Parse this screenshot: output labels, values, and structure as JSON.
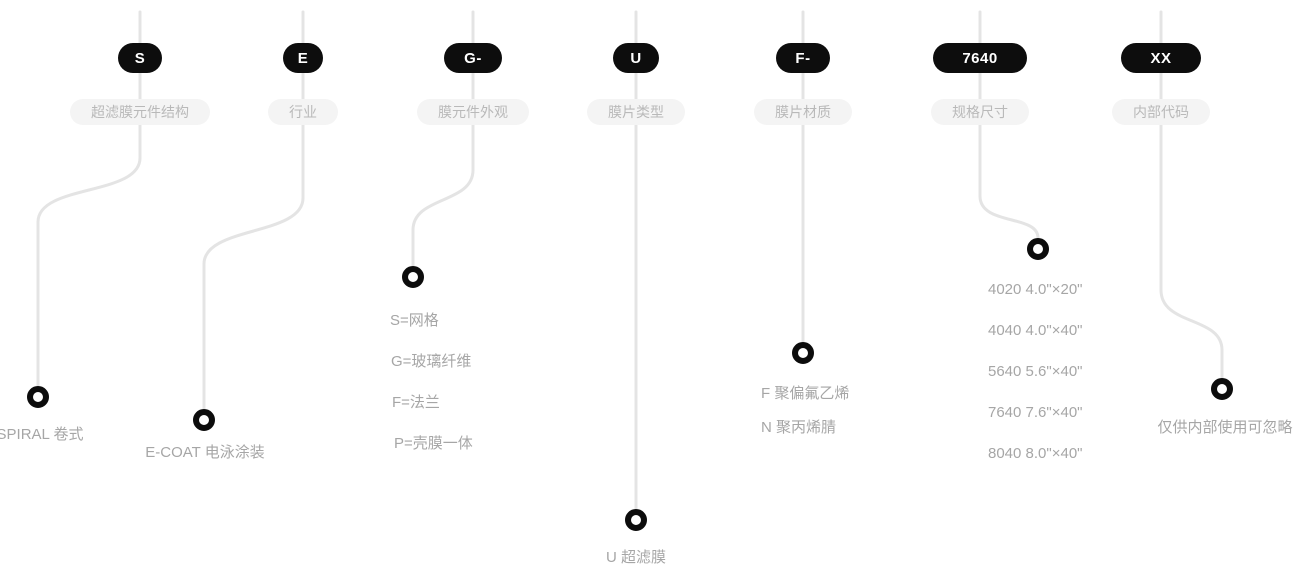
{
  "colors": {
    "background": "#ffffff",
    "badge_bg": "#0d0d0d",
    "badge_text": "#ffffff",
    "pill_bg": "#f4f4f4",
    "pill_text": "#b9b9b9",
    "connector_line": "#e4e4e4",
    "marker_ring": "#0c0c0c",
    "description_text": "#a6a6a6"
  },
  "columns": [
    {
      "code": "S",
      "category": "超滤膜元件结构",
      "items": [
        "SPIRAL 卷式"
      ]
    },
    {
      "code": "E",
      "category": "行业",
      "items": [
        "E-COAT 电泳涂装"
      ]
    },
    {
      "code": "G-",
      "category": "膜元件外观",
      "items": [
        "S=网格",
        "G=玻璃纤维",
        "F=法兰",
        "P=壳膜一体"
      ]
    },
    {
      "code": "U",
      "category": "膜片类型",
      "items": [
        "U 超滤膜"
      ]
    },
    {
      "code": "F-",
      "category": "膜片材质",
      "items": [
        "F 聚偏氟乙烯",
        "N 聚丙烯腈"
      ]
    },
    {
      "code": "7640",
      "category": "规格尺寸",
      "items": [
        "4020 4.0\"×20\"",
        "4040 4.0\"×40\"",
        "5640 5.6\"×40\"",
        "7640 7.6\"×40\"",
        "8040 8.0\"×40\""
      ]
    },
    {
      "code": "XX",
      "category": "内部代码",
      "items": [
        "仅供内部使用可忽略"
      ]
    }
  ]
}
